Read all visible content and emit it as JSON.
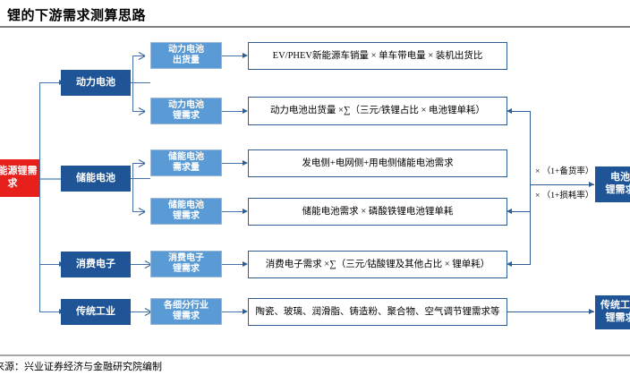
{
  "header": {
    "title": "锂的下游需求测算思路"
  },
  "footer": {
    "source": "来源：兴业证券经济与金融研究院编制"
  },
  "diagram": {
    "root": {
      "label": "新能源锂需求"
    },
    "categories": [
      {
        "label": "动力电池"
      },
      {
        "label": "储能电池"
      },
      {
        "label": "消费电子"
      },
      {
        "label": "传统工业"
      }
    ],
    "metrics": [
      {
        "label": "动力电池\n出货量"
      },
      {
        "label": "动力电池\n锂需求"
      },
      {
        "label": "储能电池\n需求量"
      },
      {
        "label": "储能电池\n锂需求"
      },
      {
        "label": "消费电子\n锂需求"
      },
      {
        "label": "各细分行业\n锂需求"
      }
    ],
    "formulas": [
      {
        "label": "EV/PHEV新能源车销量 × 单车带电量 × 装机出货比"
      },
      {
        "label": "动力电池出货量 ×∑（三元/铁锂占比 × 电池锂单耗）"
      },
      {
        "label": "发电侧+电网侧+用电侧储能电池需求"
      },
      {
        "label": "储能电池需求 × 磷酸铁锂电池锂单耗"
      },
      {
        "label": "消费电子需求 ×∑（三元/钴酸锂及其他占比 × 锂单耗）"
      },
      {
        "label": "陶瓷、玻璃、润滑脂、铸造粉、聚合物、空气调节锂需求等"
      }
    ],
    "notes": [
      {
        "label": "× （1+备货率）"
      },
      {
        "label": "× （1+损耗率）"
      }
    ],
    "outputs": [
      {
        "label": "电池\n锂需求"
      },
      {
        "label": "传统工业\n锂需求"
      }
    ],
    "colors": {
      "dark_blue": "#1F5597",
      "light_blue": "#5B9BD5",
      "red": "#E8201C",
      "outline_border": "#2E5E91",
      "connector": "#4472A8"
    }
  }
}
